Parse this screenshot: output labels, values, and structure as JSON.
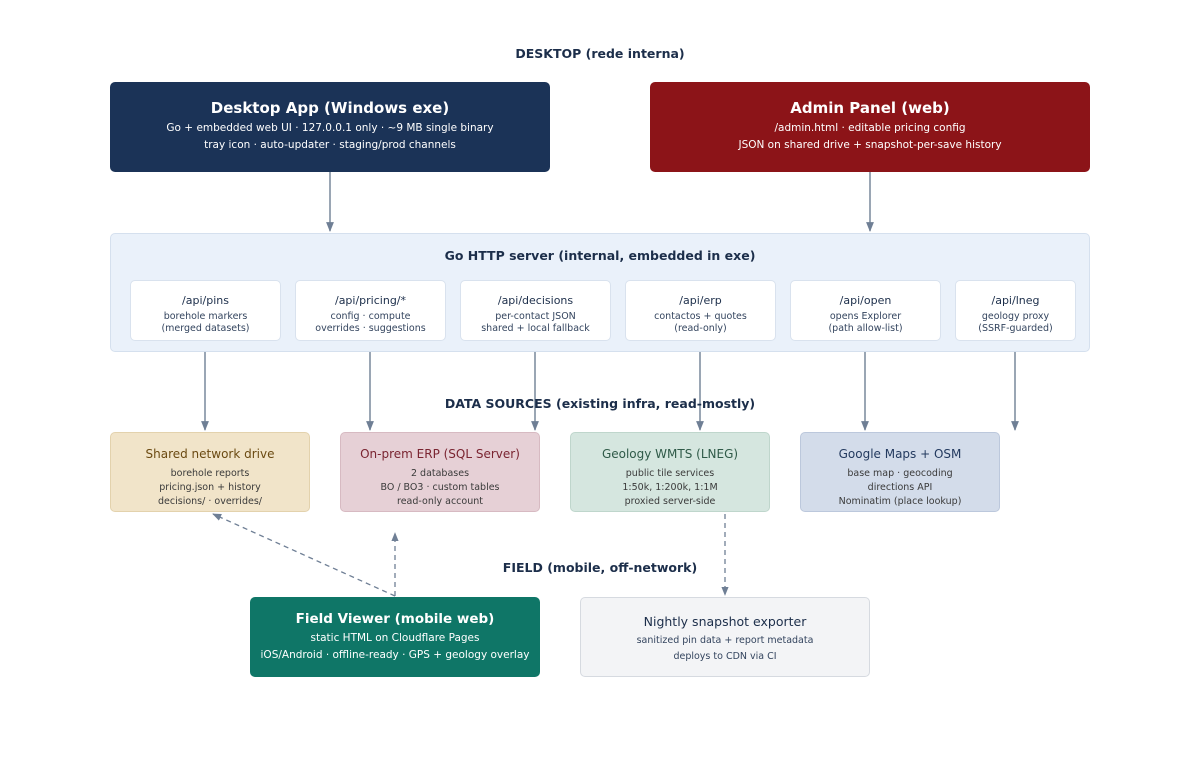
{
  "sections": {
    "desktop": "DESKTOP (rede interna)",
    "data_sources": "DATA SOURCES (existing infra, read-mostly)",
    "field": "FIELD (mobile, off-network)"
  },
  "desktop_app": {
    "title": "Desktop App (Windows exe)",
    "line1": "Go + embedded web UI · 127.0.0.1 only · ~9 MB single binary",
    "line2": "tray icon · auto-updater · staging/prod channels"
  },
  "admin_panel": {
    "title": "Admin Panel (web)",
    "line1": "/admin.html · editable pricing config",
    "line2": "JSON on shared drive + snapshot-per-save history"
  },
  "server": {
    "title": "Go HTTP server (internal, embedded in exe)",
    "endpoints": [
      {
        "path": "/api/pins",
        "line1": "borehole markers",
        "line2": "(merged datasets)"
      },
      {
        "path": "/api/pricing/*",
        "line1": "config · compute",
        "line2": "overrides · suggestions"
      },
      {
        "path": "/api/decisions",
        "line1": "per-contact JSON",
        "line2": "shared + local fallback"
      },
      {
        "path": "/api/erp",
        "line1": "contactos + quotes",
        "line2": "(read-only)"
      },
      {
        "path": "/api/open",
        "line1": "opens Explorer",
        "line2": "(path allow-list)"
      },
      {
        "path": "/api/lneg",
        "line1": "geology proxy",
        "line2": "(SSRF-guarded)"
      }
    ]
  },
  "data_sources": [
    {
      "title": "Shared network drive",
      "lines": [
        "borehole reports",
        "pricing.json + history",
        "decisions/ · overrides/"
      ]
    },
    {
      "title": "On-prem ERP (SQL Server)",
      "lines": [
        "2 databases",
        "BO / BO3 · custom tables",
        "read-only account"
      ]
    },
    {
      "title": "Geology WMTS (LNEG)",
      "lines": [
        "public tile services",
        "1:50k, 1:200k, 1:1M",
        "proxied server-side"
      ]
    },
    {
      "title": "Google Maps + OSM",
      "lines": [
        "base map · geocoding",
        "directions API",
        "Nominatim (place lookup)"
      ]
    }
  ],
  "field_viewer": {
    "title": "Field Viewer (mobile web)",
    "line1": "static HTML on Cloudflare Pages",
    "line2": "iOS/Android · offline-ready · GPS + geology overlay"
  },
  "exporter": {
    "title": "Nightly snapshot exporter",
    "line1": "sanitized pin data + report metadata",
    "line2": "deploys to CDN via CI"
  },
  "colors": {
    "navy": "#1b3357",
    "red": "#8c1418",
    "teal": "#0f7667",
    "arrow": "#6f7f95"
  }
}
